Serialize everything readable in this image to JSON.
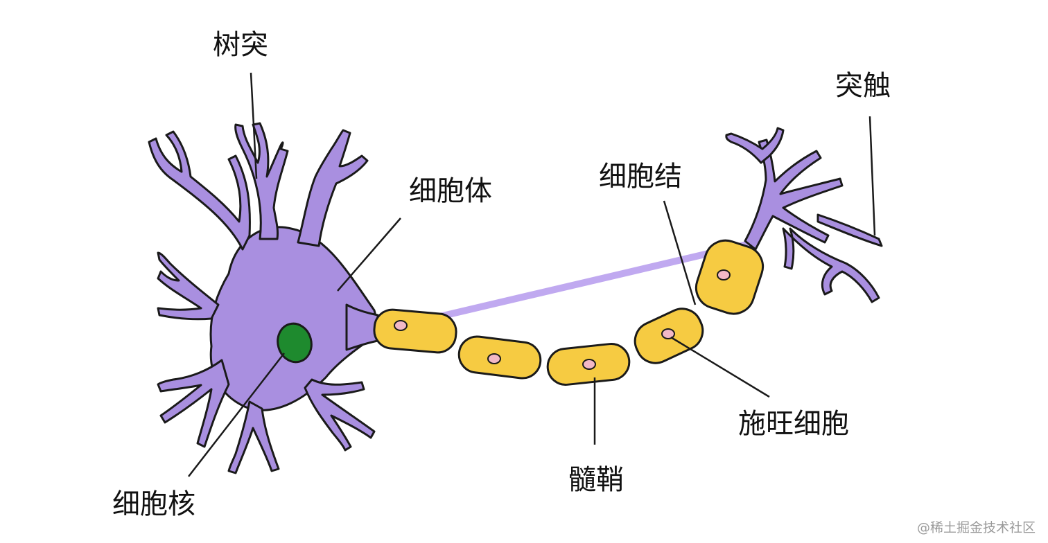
{
  "labels": {
    "dendrite": "树突",
    "synapse": "突触",
    "cell_body": "细胞体",
    "node": "细胞结",
    "myelin": "髓鞘",
    "schwann_cell": "施旺细胞",
    "nucleus": "细胞核"
  },
  "watermark": "@稀土掘金技术社区",
  "colors": {
    "neuron": "#a98fe0",
    "myelin": "#f6cb42",
    "cell_nucleus_inner": "#f2b8c6",
    "nucleus": "#1e8a2e",
    "outline": "#1a1a1a"
  }
}
